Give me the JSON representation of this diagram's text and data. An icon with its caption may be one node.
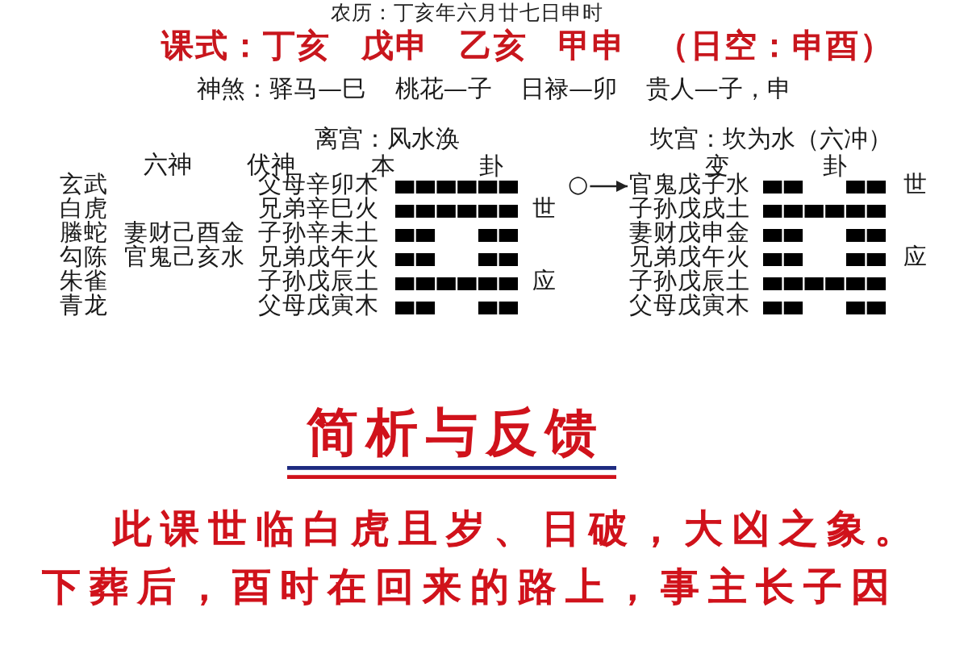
{
  "diagram": {
    "nodes": [
      {
        "text": [
          "○"
        ]
      },
      {
        "text": [
          "官鬼戊子水"
        ]
      }
    ],
    "edges": [
      {
        "from": 0,
        "to": 1,
        "arrow": "to"
      }
    ],
    "labels": [
      "农历：丁亥年六月廿七日申时",
      "课式：丁亥 戊申 乙亥 甲申 （日空：申酉）",
      "神煞：驿马—巳 桃花—子 日禄—卯 贵人—子，申",
      "离宫：风水涣",
      "坎宫：坎为水（六冲）",
      "六神",
      "伏神",
      "本",
      "卦",
      "变",
      "卦",
      "玄武",
      "父母辛卯木",
      "世",
      "白虎",
      "兄弟辛巳火",
      "世",
      "子孙戊戌土",
      "螣蛇",
      "妻财己酉金",
      "子孙辛未土",
      "妻财戊申金",
      "勾陈",
      "官鬼己亥水",
      "兄弟戊午火",
      "兄弟戊午火",
      "应",
      "朱雀",
      "子孙戊辰土",
      "应",
      "子孙戊辰土",
      "青龙",
      "父母戊寅木",
      "父母戊寅木",
      "简析与反馈",
      "此课世临白虎且岁、日破，大凶之象。下葬后，酉时在回来的路上，事主长子因"
    ]
  }
}
